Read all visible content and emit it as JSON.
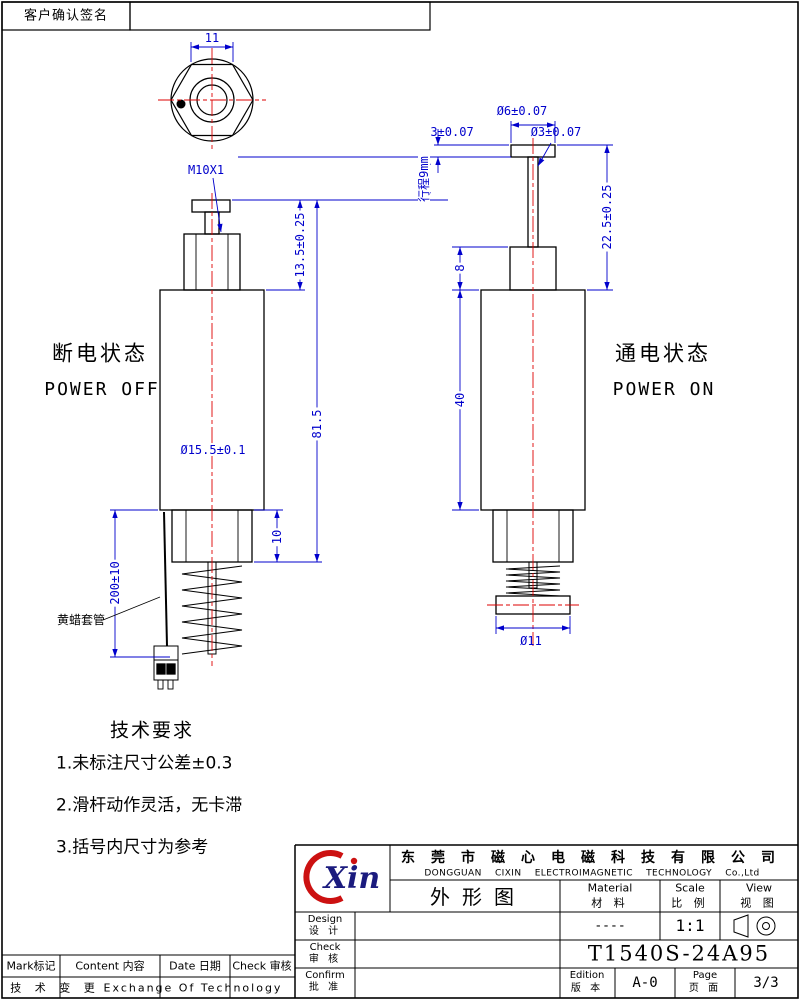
{
  "sheet": {
    "signature_label": "客户确认签名"
  },
  "states": {
    "off_cn": "断电状态",
    "off_en": "POWER OFF",
    "on_cn": "通电状态",
    "on_en": "POWER ON"
  },
  "dims": {
    "top_width": "11",
    "thread": "M10X1",
    "plunger": "13.5±0.25",
    "total": "81.5",
    "body_dia": "Ø15.5±0.1",
    "hex_height": "10",
    "wire": "200±10",
    "wire_label": "黄蜡套管",
    "stroke": "行程9mm",
    "flange_dia": "Ø6±0.07",
    "flange_thk": "3±0.07",
    "rod_dia": "Ø3±0.07",
    "extend": "22.5±0.25",
    "block": "8",
    "body_len": "40",
    "bottom_dia": "Ø11"
  },
  "notes": {
    "title": "技术要求",
    "items": [
      "1.未标注尺寸公差±0.3",
      "2.滑杆动作灵活，无卡滞",
      "3.括号内尺寸为参考"
    ]
  },
  "titleblock": {
    "logo_text": "Xin",
    "company_cn": "东莞市磁心电磁科技有限公司",
    "company_en": "DONGGUAN CIXIN ELECTROIMAGNETIC TECHNOLOGY Co.,Ltd",
    "drawing_title": "外形图",
    "material_en": "Material",
    "material_cn": "材 料",
    "material_value": "----",
    "scale_en": "Scale",
    "scale_cn": "比 例",
    "scale_value": "1:1",
    "view_en": "View",
    "view_cn": "视 图",
    "design_en": "Design",
    "design_cn": "设 计",
    "check_en": "Check",
    "check_cn": "审 核",
    "confirm_en": "Confirm",
    "confirm_cn": "批 准",
    "part_number": "T1540S-24A95",
    "edition_en": "Edition",
    "edition_cn": "版 本",
    "edition_value": "A-0",
    "page_en": "Page",
    "page_cn": "页 面",
    "page_value": "3/3"
  },
  "revision": {
    "mark": "Mark标记",
    "content": "Content 内容",
    "date": "Date 日期",
    "check": "Check 审核",
    "change_cn": "技 术 变 更",
    "change_en": "Exchange Of Technology"
  },
  "colors": {
    "dimension": "#0000cc",
    "centerline": "#dd0000",
    "logo_red": "#cc1111",
    "logo_navy": "#1b1b7e"
  }
}
